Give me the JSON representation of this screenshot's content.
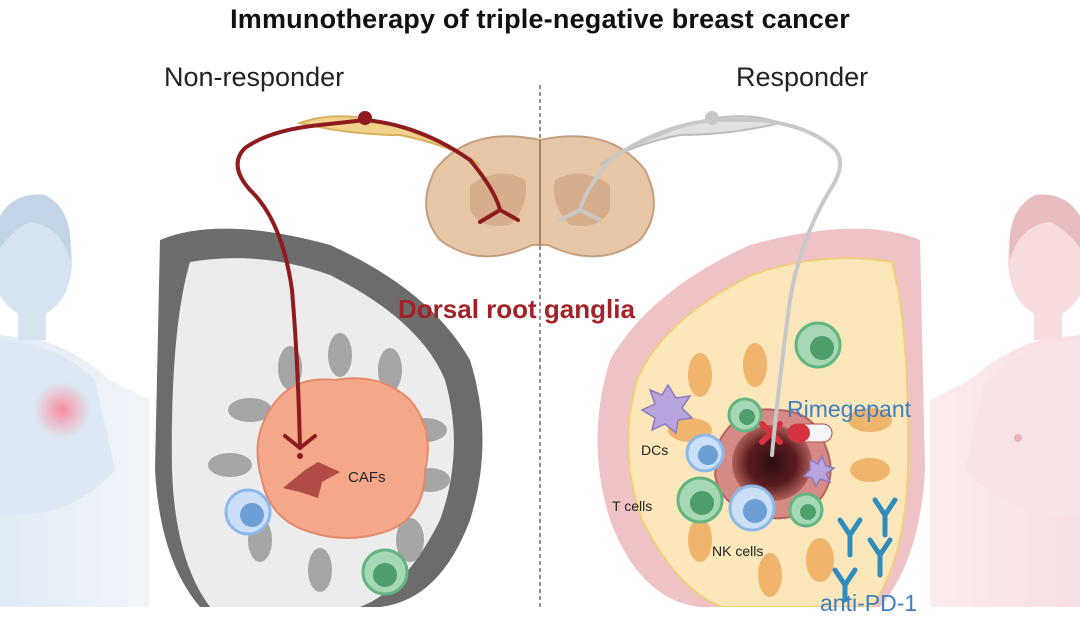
{
  "title": "Immunotherapy of triple-negative breast cancer",
  "panels": {
    "left_label": "Non-responder",
    "right_label": "Responder"
  },
  "labels": {
    "drg": "Dorsal root ganglia",
    "cafs": "CAFs",
    "dcs": "DCs",
    "t_cells": "T cells",
    "nk_cells": "NK cells",
    "rimegepant": "Rimegepant",
    "anti_pd1": "anti-PD-1"
  },
  "colors": {
    "nerve_dark_red": "#8e1c1f",
    "nerve_gray": "#c8c8c8",
    "drg_text": "#a32228",
    "drug_text": "#3d7fc0",
    "tumor_orange": "#f6a98a",
    "t_cell_green": "#63b582",
    "nk_cell_blue": "#8db8ea",
    "dc_purple": "#b7a4dc"
  }
}
